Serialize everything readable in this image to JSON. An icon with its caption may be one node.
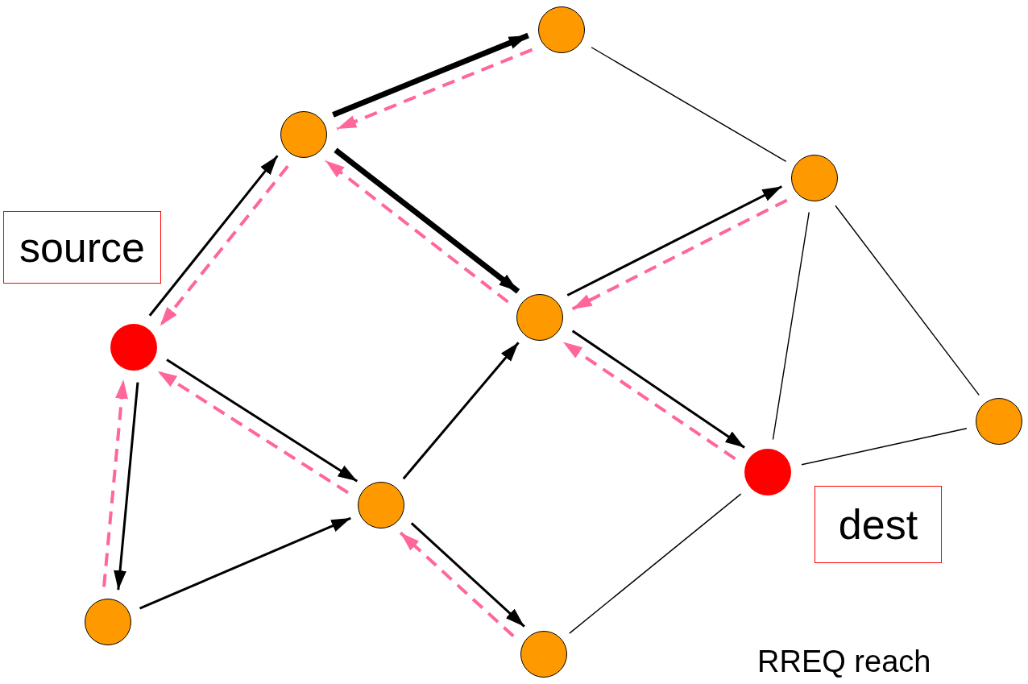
{
  "diagram": {
    "nodes": [
      {
        "text": [],
        "shape": "circle"
      },
      {
        "text": [],
        "shape": "circle"
      },
      {
        "text": [],
        "shape": "circle"
      },
      {
        "text": [
          "source"
        ]
      },
      {
        "text": [],
        "shape": "circle"
      },
      {
        "text": [],
        "shape": "circle"
      },
      {
        "text": [],
        "shape": "circle"
      },
      {
        "text": [],
        "shape": "circle"
      },
      {
        "text": [],
        "shape": "circle"
      },
      {
        "text": [
          "dest"
        ]
      },
      {
        "text": [],
        "shape": "circle"
      },
      {
        "text": [],
        "shape": "circle"
      }
    ],
    "edges": [
      {
        "from": 1,
        "to": 0,
        "arrow": "to",
        "style": "thick"
      },
      {
        "from": 0,
        "to": 1,
        "arrow": "to",
        "style": "dashed",
        "color": "#ff6699"
      },
      {
        "from": 5,
        "to": 1,
        "arrow": "to"
      },
      {
        "from": 1,
        "to": 5,
        "arrow": "to",
        "style": "dashed",
        "color": "#ff6699"
      },
      {
        "from": 1,
        "to": 4,
        "arrow": "to",
        "style": "thick"
      },
      {
        "from": 4,
        "to": 1,
        "arrow": "to",
        "style": "dashed",
        "color": "#ff6699"
      },
      {
        "from": 4,
        "to": 2,
        "arrow": "to"
      },
      {
        "from": 2,
        "to": 4,
        "arrow": "to",
        "style": "dashed",
        "color": "#ff6699"
      },
      {
        "from": 5,
        "to": 8,
        "arrow": "to"
      },
      {
        "from": 8,
        "to": 5,
        "arrow": "to",
        "style": "dashed",
        "color": "#ff6699"
      },
      {
        "from": 5,
        "to": 10,
        "arrow": "to"
      },
      {
        "from": 10,
        "to": 5,
        "arrow": "to",
        "style": "dashed",
        "color": "#ff6699"
      },
      {
        "from": 10,
        "to": 8,
        "arrow": "to"
      },
      {
        "from": 8,
        "to": 4,
        "arrow": "to"
      },
      {
        "from": 4,
        "to": 7,
        "arrow": "to"
      },
      {
        "from": 7,
        "to": 4,
        "arrow": "to",
        "style": "dashed",
        "color": "#ff6699"
      },
      {
        "from": 8,
        "to": 11,
        "arrow": "to"
      },
      {
        "from": 11,
        "to": 8,
        "arrow": "to",
        "style": "dashed",
        "color": "#ff6699"
      },
      {
        "from": 0,
        "to": 2,
        "arrow": "none"
      },
      {
        "from": 2,
        "to": 7,
        "arrow": "none"
      },
      {
        "from": 2,
        "to": 6,
        "arrow": "none"
      },
      {
        "from": 7,
        "to": 6,
        "arrow": "none"
      },
      {
        "from": 7,
        "to": 11,
        "arrow": "none"
      }
    ],
    "labels": [
      "RREQ reach"
    ]
  }
}
